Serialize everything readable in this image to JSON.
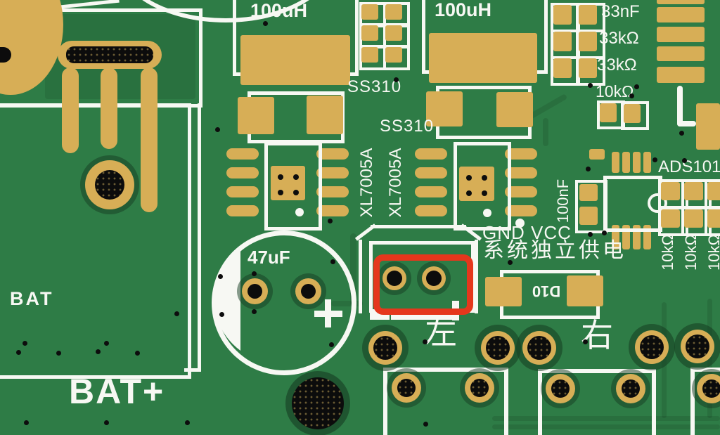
{
  "pcb": {
    "colors": {
      "board_green": "#2e7c46",
      "pour_green": "#29713f",
      "pad_gold": "#d7ae56",
      "silkscreen_white": "#f7f8f3",
      "highlight_red": "#e5371c",
      "hole_black": "#0c0c0c"
    },
    "silkscreen_labels": {
      "inductor1": "100uH",
      "inductor2": "100uH",
      "diode1": "SS310",
      "diode2": "SS310",
      "cap33nf": "33nF",
      "res33k_1": "33kΩ",
      "res33k_2": "33kΩ",
      "res10k_top": "10kΩ",
      "adc_ic": "ADS101",
      "cap100nf": "100nF",
      "res10k_a": "10kΩ",
      "res10k_b": "10kΩ",
      "res10k_c": "10kΩ",
      "regulator1": "XL7005A",
      "regulator2": "XL7005A",
      "power_pins": "GND VCC",
      "system_power_note": "系统独立供电",
      "cap47uf": "47uF",
      "cap_polarity": "+",
      "diode_d10": "D10",
      "left_channel": "左",
      "right_channel": "右",
      "battery_terminal": "BAT",
      "battery_positive": "BAT+"
    }
  }
}
